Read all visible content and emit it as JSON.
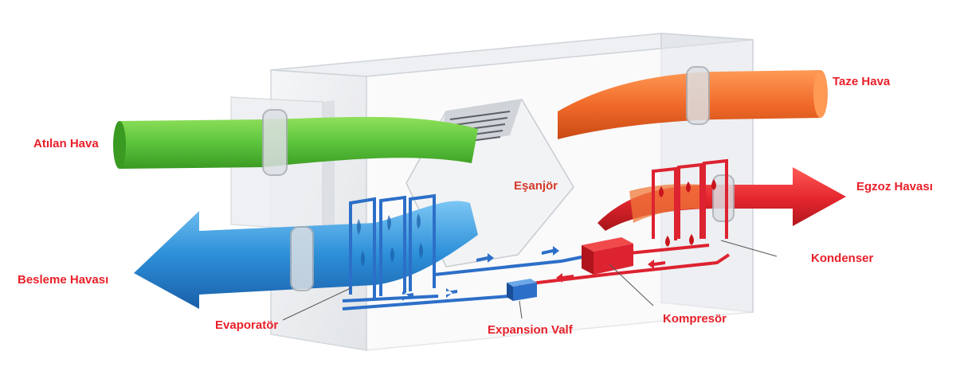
{
  "labels": {
    "exhaust_air": "Atılan Hava",
    "fresh_air": "Taze Hava",
    "heat_exchanger": "Eşanjör",
    "outgoing_air": "Egzoz Havası",
    "supply_air": "Besleme Havası",
    "condenser": "Kondenser",
    "evaporator": "Evaporatör",
    "compressor": "Kompresör",
    "expansion_valve": "Expansion Valf"
  },
  "colors": {
    "label_red": "#e8202a",
    "heat_exchanger_label": "#d43a2a",
    "green_duct": "#5cc43c",
    "orange_duct": "#f06a2a",
    "red_duct": "#e4262e",
    "blue_duct": "#2c8fd8",
    "housing": "#e9ebee",
    "cold_pipe": "#2c6fc8",
    "hot_pipe": "#dd2230"
  }
}
